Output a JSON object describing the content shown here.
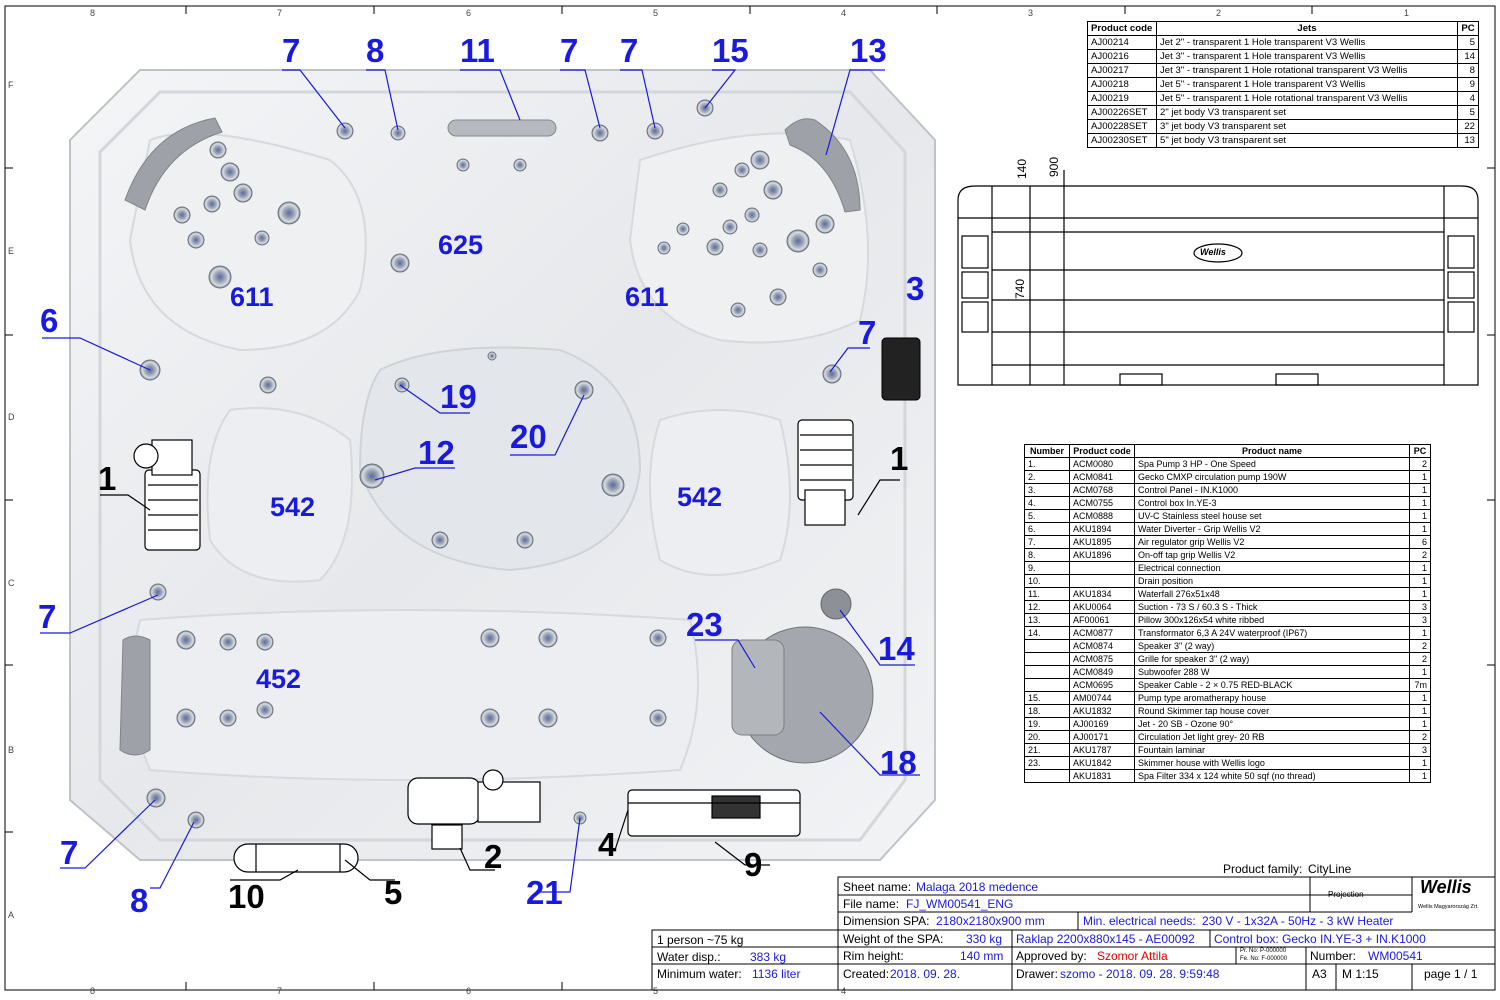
{
  "rulers": {
    "top": [
      "8",
      "7",
      "6",
      "5",
      "4",
      "3",
      "2",
      "1"
    ],
    "bottom": [
      "8",
      "7",
      "6",
      "5",
      "4"
    ],
    "left": [
      "F",
      "E",
      "D",
      "C",
      "B",
      "A"
    ]
  },
  "jets_table": {
    "headers": [
      "Product code",
      "Jets",
      "PC"
    ],
    "rows": [
      [
        "AJ00214",
        "Jet 2\" - transparent 1 Hole transparent V3 Wellis",
        "5"
      ],
      [
        "AJ00216",
        "Jet 3\" - transparent 1 Hole transparent V3 Wellis",
        "14"
      ],
      [
        "AJ00217",
        "Jet 3\" - transparent 1 Hole rotational transparent V3 Wellis",
        "8"
      ],
      [
        "AJ00218",
        "Jet 5\" - transparent 1 Hole transparent V3 Wellis",
        "9"
      ],
      [
        "AJ00219",
        "Jet 5\" - transparent 1 Hole rotational  transparent V3 Wellis",
        "4"
      ],
      [
        "AJ00226SET",
        "2\" jet body V3 transparent set",
        "5"
      ],
      [
        "AJ00228SET",
        "3\" jet body V3 transparent set",
        "22"
      ],
      [
        "AJ00230SET",
        "5\" jet body V3 transparent set",
        "13"
      ]
    ]
  },
  "parts_table": {
    "headers": [
      "Number",
      "Product code",
      "Product name",
      "PC"
    ],
    "rows": [
      [
        "1.",
        "ACM0080",
        "Spa Pump 3 HP - One Speed",
        "2"
      ],
      [
        "2.",
        "ACM0841",
        "Gecko CMXP circulation pump 190W",
        "1"
      ],
      [
        "3.",
        "ACM0768",
        "Control Panel - IN.K1000",
        "1"
      ],
      [
        "4.",
        "ACM0755",
        "Control box In.YE-3",
        "1"
      ],
      [
        "5.",
        "ACM0888",
        "UV-C Stainless steel house set",
        "1"
      ],
      [
        "6.",
        "AKU1894",
        "Water Diverter - Grip Wellis V2",
        "1"
      ],
      [
        "7.",
        "AKU1895",
        "Air regulator grip Wellis V2",
        "6"
      ],
      [
        "8.",
        "AKU1896",
        "On-off tap grip Wellis V2",
        "2"
      ],
      [
        "9.",
        "",
        "Electrical connection",
        "1"
      ],
      [
        "10.",
        "",
        "Drain position",
        "1"
      ],
      [
        "11.",
        "AKU1834",
        "Waterfall 276x51x48",
        "1"
      ],
      [
        "12.",
        "AKU0064",
        "Suction - 73 S / 60.3 S - Thick",
        "3"
      ],
      [
        "13.",
        "AF00061",
        "Pillow 300x126x54 white ribbed",
        "3"
      ],
      [
        "14.",
        "ACM0877",
        "Transformator 6,3 A 24V waterproof (IP67)",
        "1"
      ],
      [
        "",
        "ACM0874",
        "Speaker 3\" (2 way)",
        "2"
      ],
      [
        "",
        "ACM0875",
        "Grille for speaker 3\"  (2 way)",
        "2"
      ],
      [
        "",
        "ACM0849",
        "Subwoofer 288 W",
        "1"
      ],
      [
        "",
        "ACM0695",
        "Speaker Cable - 2 × 0.75 RED-BLACK",
        "7m"
      ],
      [
        "15.",
        "AM00744",
        "Pump type aromatherapy house",
        "1"
      ],
      [
        "18.",
        "AKU1832",
        "Round Skimmer  tap house cover",
        "1"
      ],
      [
        "19.",
        "AJ00169",
        "Jet - 20 SB - Ozone  90°",
        "1"
      ],
      [
        "20.",
        "AJ00171",
        "Circulation Jet light grey- 20 RB",
        "2"
      ],
      [
        "21.",
        "AKU1787",
        "Fountain laminar",
        "3"
      ],
      [
        "23.",
        "AKU1842",
        "Skimmer house with Wellis logo",
        "1"
      ],
      [
        "",
        "AKU1831",
        "Spa Filter 334 x 124 white 50  sqf (no thread)",
        "1"
      ]
    ]
  },
  "dimensions": {
    "top_height": "140",
    "total_height": "900",
    "body_height": "740"
  },
  "cover_logo": "Wellis",
  "zones": {
    "z625": "625",
    "z611a": "611",
    "z611b": "611",
    "z542a": "542",
    "z542b": "542",
    "z452": "452"
  },
  "callouts": {
    "c7a": "7",
    "c8a": "8",
    "c11": "11",
    "c7b": "7",
    "c7c": "7",
    "c15": "15",
    "c13": "13",
    "c6": "6",
    "c3": "3",
    "c7d": "7",
    "c19": "19",
    "c20": "20",
    "c12": "12",
    "c1a": "1",
    "c1b": "1",
    "c7e": "7",
    "c23": "23",
    "c14": "14",
    "c18": "18",
    "c7f": "7",
    "c8b": "8",
    "c10": "10",
    "c5": "5",
    "c2": "2",
    "c21": "21",
    "c4": "4",
    "c9": "9"
  },
  "title_block": {
    "product_family_label": "Product family:",
    "product_family": "CityLine",
    "sheet_name_label": "Sheet name:",
    "sheet_name": "Malaga 2018 medence",
    "file_name_label": "File name:",
    "file_name": "FJ_WM00541_ENG",
    "dimension_label": "Dimension SPA:",
    "dimension": "2180x2180x900 mm",
    "electrical_label": "Min. electrical needs:",
    "electrical": "230 V - 1x32A - 50Hz - 3 kW Heater",
    "weight_label": "Weight of the SPA:",
    "weight": "330 kg",
    "raklap": "Raklap 2200x880x145 - AE00092",
    "control_box": "Control box: Gecko IN.YE-3 + IN.K1000",
    "rim_label": "Rim height:",
    "rim": "140 mm",
    "approved_label": "Approved by:",
    "approved": "Szomor Attila",
    "pr_no": "Pr. No: P-000000",
    "fe_no": "Fe. No: F-000000",
    "number_label": "Number:",
    "number": "WM00541",
    "created_label": "Created:",
    "created": "2018. 09. 28.",
    "drawer_label": "Drawer:",
    "drawer": "szomo - 2018. 09. 28. 9:59:48",
    "size": "A3",
    "scale": "M 1:15",
    "page": "page 1 / 1",
    "projection": "Projection",
    "company": "Wellis",
    "company_sub": "Wellis Magyarország Zrt.",
    "person": "1 person ~75 kg",
    "water_label": "Water disp.:",
    "water": "383 kg",
    "min_water_label": "Minimum water:",
    "min_water": "1136 liter"
  },
  "colors": {
    "callout_blue": "#1a1adc",
    "approved_red": "#dd0000",
    "spa_shell": "#e9ebee"
  }
}
